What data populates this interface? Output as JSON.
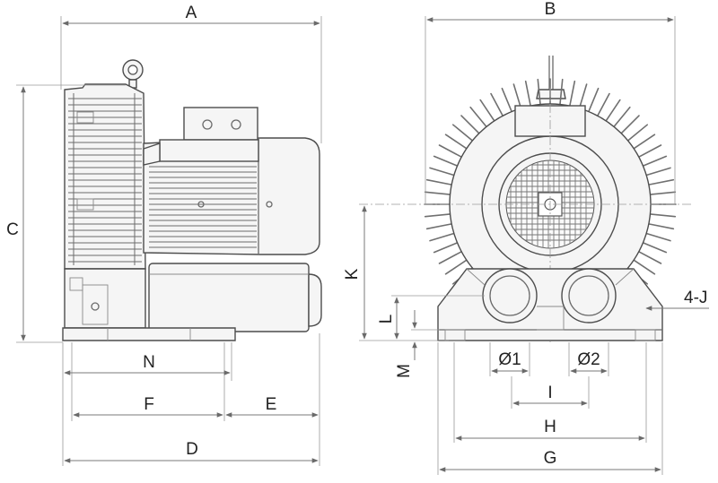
{
  "drawing": {
    "side_view": {
      "dimensions": {
        "a": "A",
        "c": "C",
        "n": "N",
        "f": "F",
        "e": "E",
        "d": "D"
      }
    },
    "front_view": {
      "dimensions": {
        "b": "B",
        "k": "K",
        "l": "L",
        "m": "M",
        "d1": "Ø1",
        "d2": "Ø2",
        "i": "I",
        "h": "H",
        "g": "G",
        "holes": "4-J"
      }
    }
  }
}
